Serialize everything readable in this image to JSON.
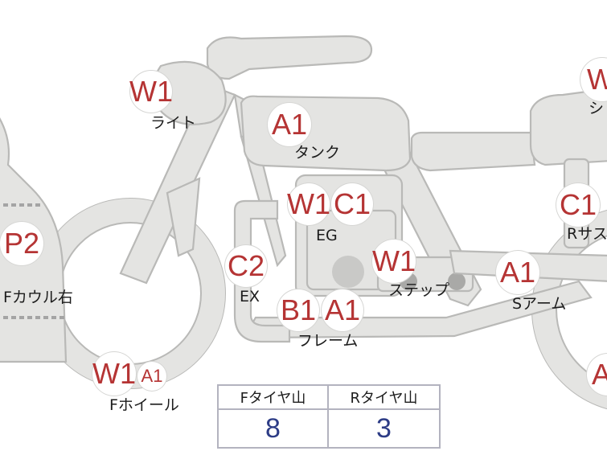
{
  "parts": [
    {
      "id": "light",
      "label": "ライト",
      "badges": [
        "W1"
      ]
    },
    {
      "id": "tank",
      "label": "タンク",
      "badges": [
        "A1"
      ]
    },
    {
      "id": "seat",
      "label": "シ",
      "badges": [
        "W"
      ]
    },
    {
      "id": "eg",
      "label": "EG",
      "badges": [
        "W1",
        "C1"
      ]
    },
    {
      "id": "step",
      "label": "ステップ",
      "badges": [
        "W1"
      ]
    },
    {
      "id": "ex",
      "label": "EX",
      "badges": [
        "C2"
      ]
    },
    {
      "id": "frame",
      "label": "フレーム",
      "badges": [
        "B1",
        "A1"
      ]
    },
    {
      "id": "f-cowl-right",
      "label": "Fカウル右",
      "badges": [
        "P2"
      ]
    },
    {
      "id": "f-wheel",
      "label": "Fホイール",
      "badges": [
        "W1",
        "A1"
      ]
    },
    {
      "id": "s-arm",
      "label": "Sアーム",
      "badges": [
        "A1"
      ]
    },
    {
      "id": "r-suspension",
      "label": "Rサス",
      "badges": [
        "C1"
      ]
    },
    {
      "id": "r-wheel",
      "label": "",
      "badges": [
        "A"
      ]
    }
  ],
  "tire_tread": {
    "headers": [
      "Fタイヤ山",
      "Rタイヤ山"
    ],
    "values": [
      "8",
      "3"
    ]
  },
  "colors": {
    "badge_text": "#b53434",
    "value_text": "#2d3c86",
    "part_fill": "#e4e4e2",
    "part_stroke": "#b9b9b7"
  }
}
